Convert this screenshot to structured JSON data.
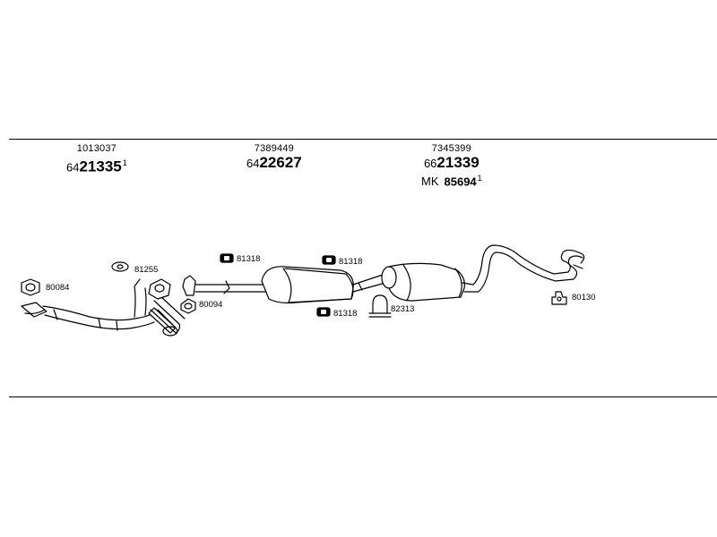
{
  "groups": [
    {
      "oem": "1013037",
      "prefix": "64",
      "number": "21335",
      "sup": "1"
    },
    {
      "oem": "7389449",
      "prefix": "64",
      "number": "22627",
      "sup": ""
    },
    {
      "oem": "7345399",
      "prefix": "66",
      "number": "21339",
      "sup": "",
      "extra": {
        "prefix": "MK",
        "number": "85694",
        "sup": "1"
      }
    }
  ],
  "labels": {
    "gasket_left": "80084",
    "flange_gasket": "81255",
    "clamp_ring": "80094",
    "hanger_top_1": "81318",
    "hanger_top_2": "81318",
    "hanger_bottom": "81318",
    "u_clamp": "82313",
    "tail_hanger": "80130"
  }
}
